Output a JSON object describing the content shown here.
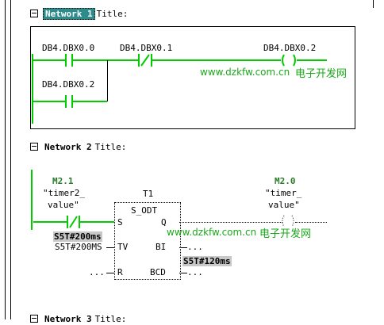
{
  "networks": [
    {
      "label": "Network 1",
      "title": "Title:",
      "selected": true
    },
    {
      "label": "Network 2",
      "title": "Title:",
      "selected": false
    },
    {
      "label": "Network 3",
      "title": "Title:",
      "selected": false
    }
  ],
  "network1": {
    "contact1": "DB4.DBX0.0",
    "contact2": "DB4.DBX0.1",
    "coil": "DB4.DBX0.2",
    "contact3": "DB4.DBX0.2",
    "watermark_url": "www.dzkfw.com.cn",
    "watermark_cn": "电子开发网"
  },
  "network2": {
    "contact_addr": "M2.1",
    "contact_sym1": "\"timer2_",
    "contact_sym2": "value\"",
    "timer_name": "T1",
    "timer_type": "S_ODT",
    "pin_s": "S",
    "pin_q": "Q",
    "pin_tv": "TV",
    "pin_bi": "BI",
    "pin_r": "R",
    "pin_bcd": "BCD",
    "tv_status": "S5T#200ms",
    "tv_value": "S5T#200MS",
    "bi_out": "...",
    "r_in": "...",
    "bcd_out": "...",
    "remaining_time": "S5T#120ms",
    "coil_addr": "M2.0",
    "coil_sym1": "\"timer_",
    "coil_sym2": "value\"",
    "watermark_url": "www.dzkfw.com.cn",
    "watermark_cn": "电子开发网"
  }
}
